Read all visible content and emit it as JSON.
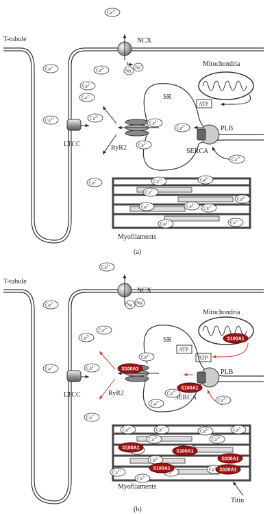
{
  "panels": [
    {
      "caption": "(a)",
      "labels": {
        "ttubule": "T-tubule",
        "ncx": "NCX",
        "mito": "Mitochondria",
        "sr": "SR",
        "ryr2": "RyR2",
        "ltcc": "LTCC",
        "plb": "PLB",
        "serca": "SERCA",
        "myo": "Myofilaments",
        "atp1": "ATP"
      },
      "ion_labels": {
        "ca": "Ca",
        "ca_sup": "2+",
        "na": "Na",
        "na_sup": "+"
      }
    },
    {
      "caption": "(b)",
      "labels": {
        "ttubule": "T-tubule",
        "ncx": "NCX",
        "mito": "Mitochondria",
        "sr": "SR",
        "ryr2": "RyR2",
        "ltcc": "LTCC",
        "plb": "PLB",
        "serca": "SERCA",
        "myo": "Myofilaments",
        "atp1": "ATP",
        "atp2": "ATP",
        "titin": "Titin"
      },
      "s100": "S100A1"
    }
  ],
  "colors": {
    "s100": "#a01212",
    "membrane": "#333333",
    "accent_arrow": "#d93a2a"
  }
}
